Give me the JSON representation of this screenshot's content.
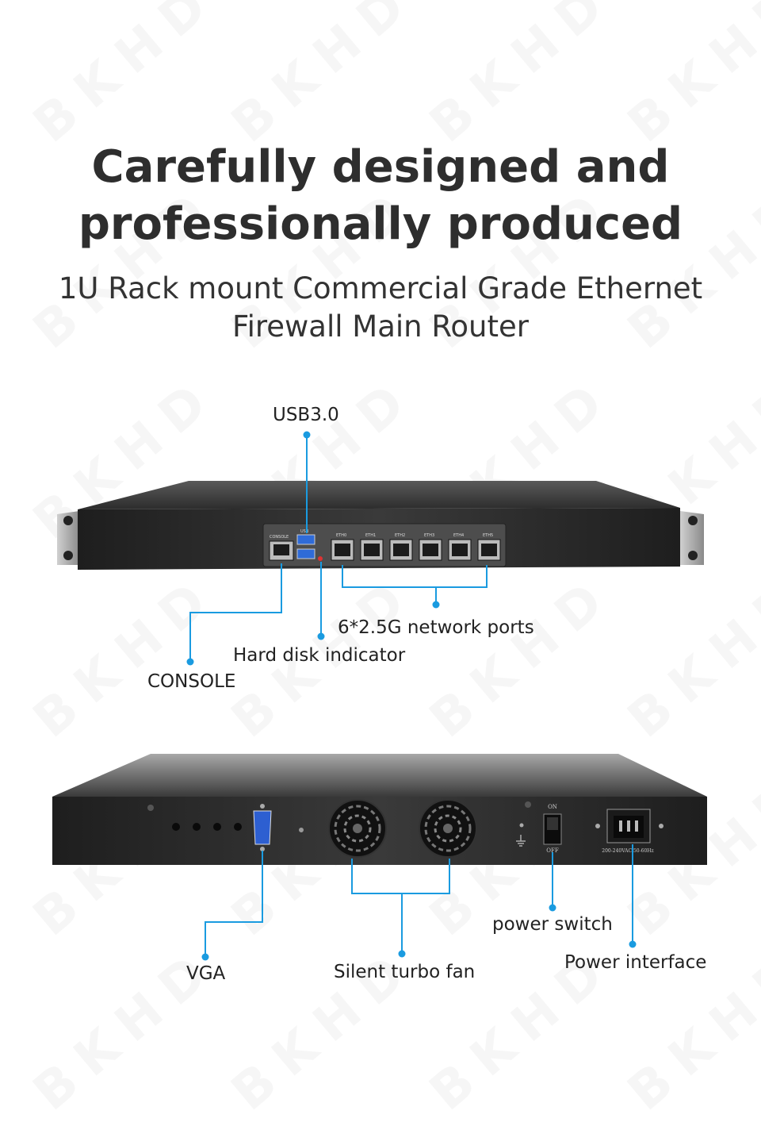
{
  "watermark": "BKHD",
  "heading": {
    "line1": "Carefully designed and",
    "line2": "professionally produced"
  },
  "subheading": {
    "line1": "1U Rack mount Commercial Grade Ethernet",
    "line2": "Firewall Main Router"
  },
  "front_panel": {
    "port_labels": [
      "CONSOLE",
      "USB",
      "ETH0",
      "ETH1",
      "ETH2",
      "ETH3",
      "ETH4",
      "ETH5"
    ],
    "callouts": {
      "usb": "USB3.0",
      "network": "6*2.5G network ports",
      "hdd": "Hard disk indicator",
      "console": "CONSOLE"
    }
  },
  "rear_panel": {
    "switch_on": "ON",
    "switch_off": "OFF",
    "power_rating": "200-240VAC 50-60Hz",
    "callouts": {
      "vga": "VGA",
      "fan": "Silent turbo fan",
      "switch": "power switch",
      "power": "Power interface"
    }
  },
  "colors": {
    "callout_line": "#1a9be0",
    "device_body": "#2a2a2a",
    "heading": "#2e2e2e"
  }
}
